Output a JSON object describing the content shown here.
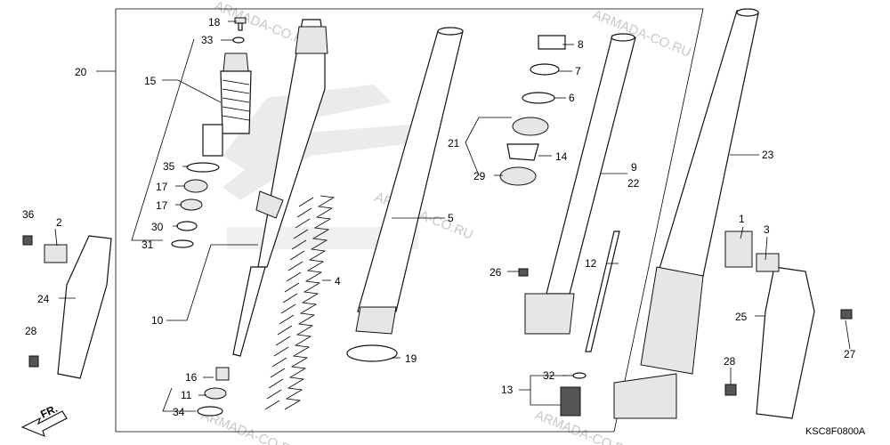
{
  "diagram": {
    "code": "KSC8F0800A",
    "direction_label": "FR.",
    "watermark": "ARMADA-CO.RU",
    "callouts": [
      "18",
      "33",
      "20",
      "15",
      "35",
      "17",
      "17",
      "30",
      "31",
      "10",
      "16",
      "11",
      "34",
      "36",
      "2",
      "24",
      "28",
      "4",
      "5",
      "19",
      "8",
      "7",
      "6",
      "21",
      "14",
      "29",
      "9",
      "22",
      "26",
      "12",
      "32",
      "13",
      "23",
      "1",
      "3",
      "25",
      "27",
      "28"
    ]
  }
}
